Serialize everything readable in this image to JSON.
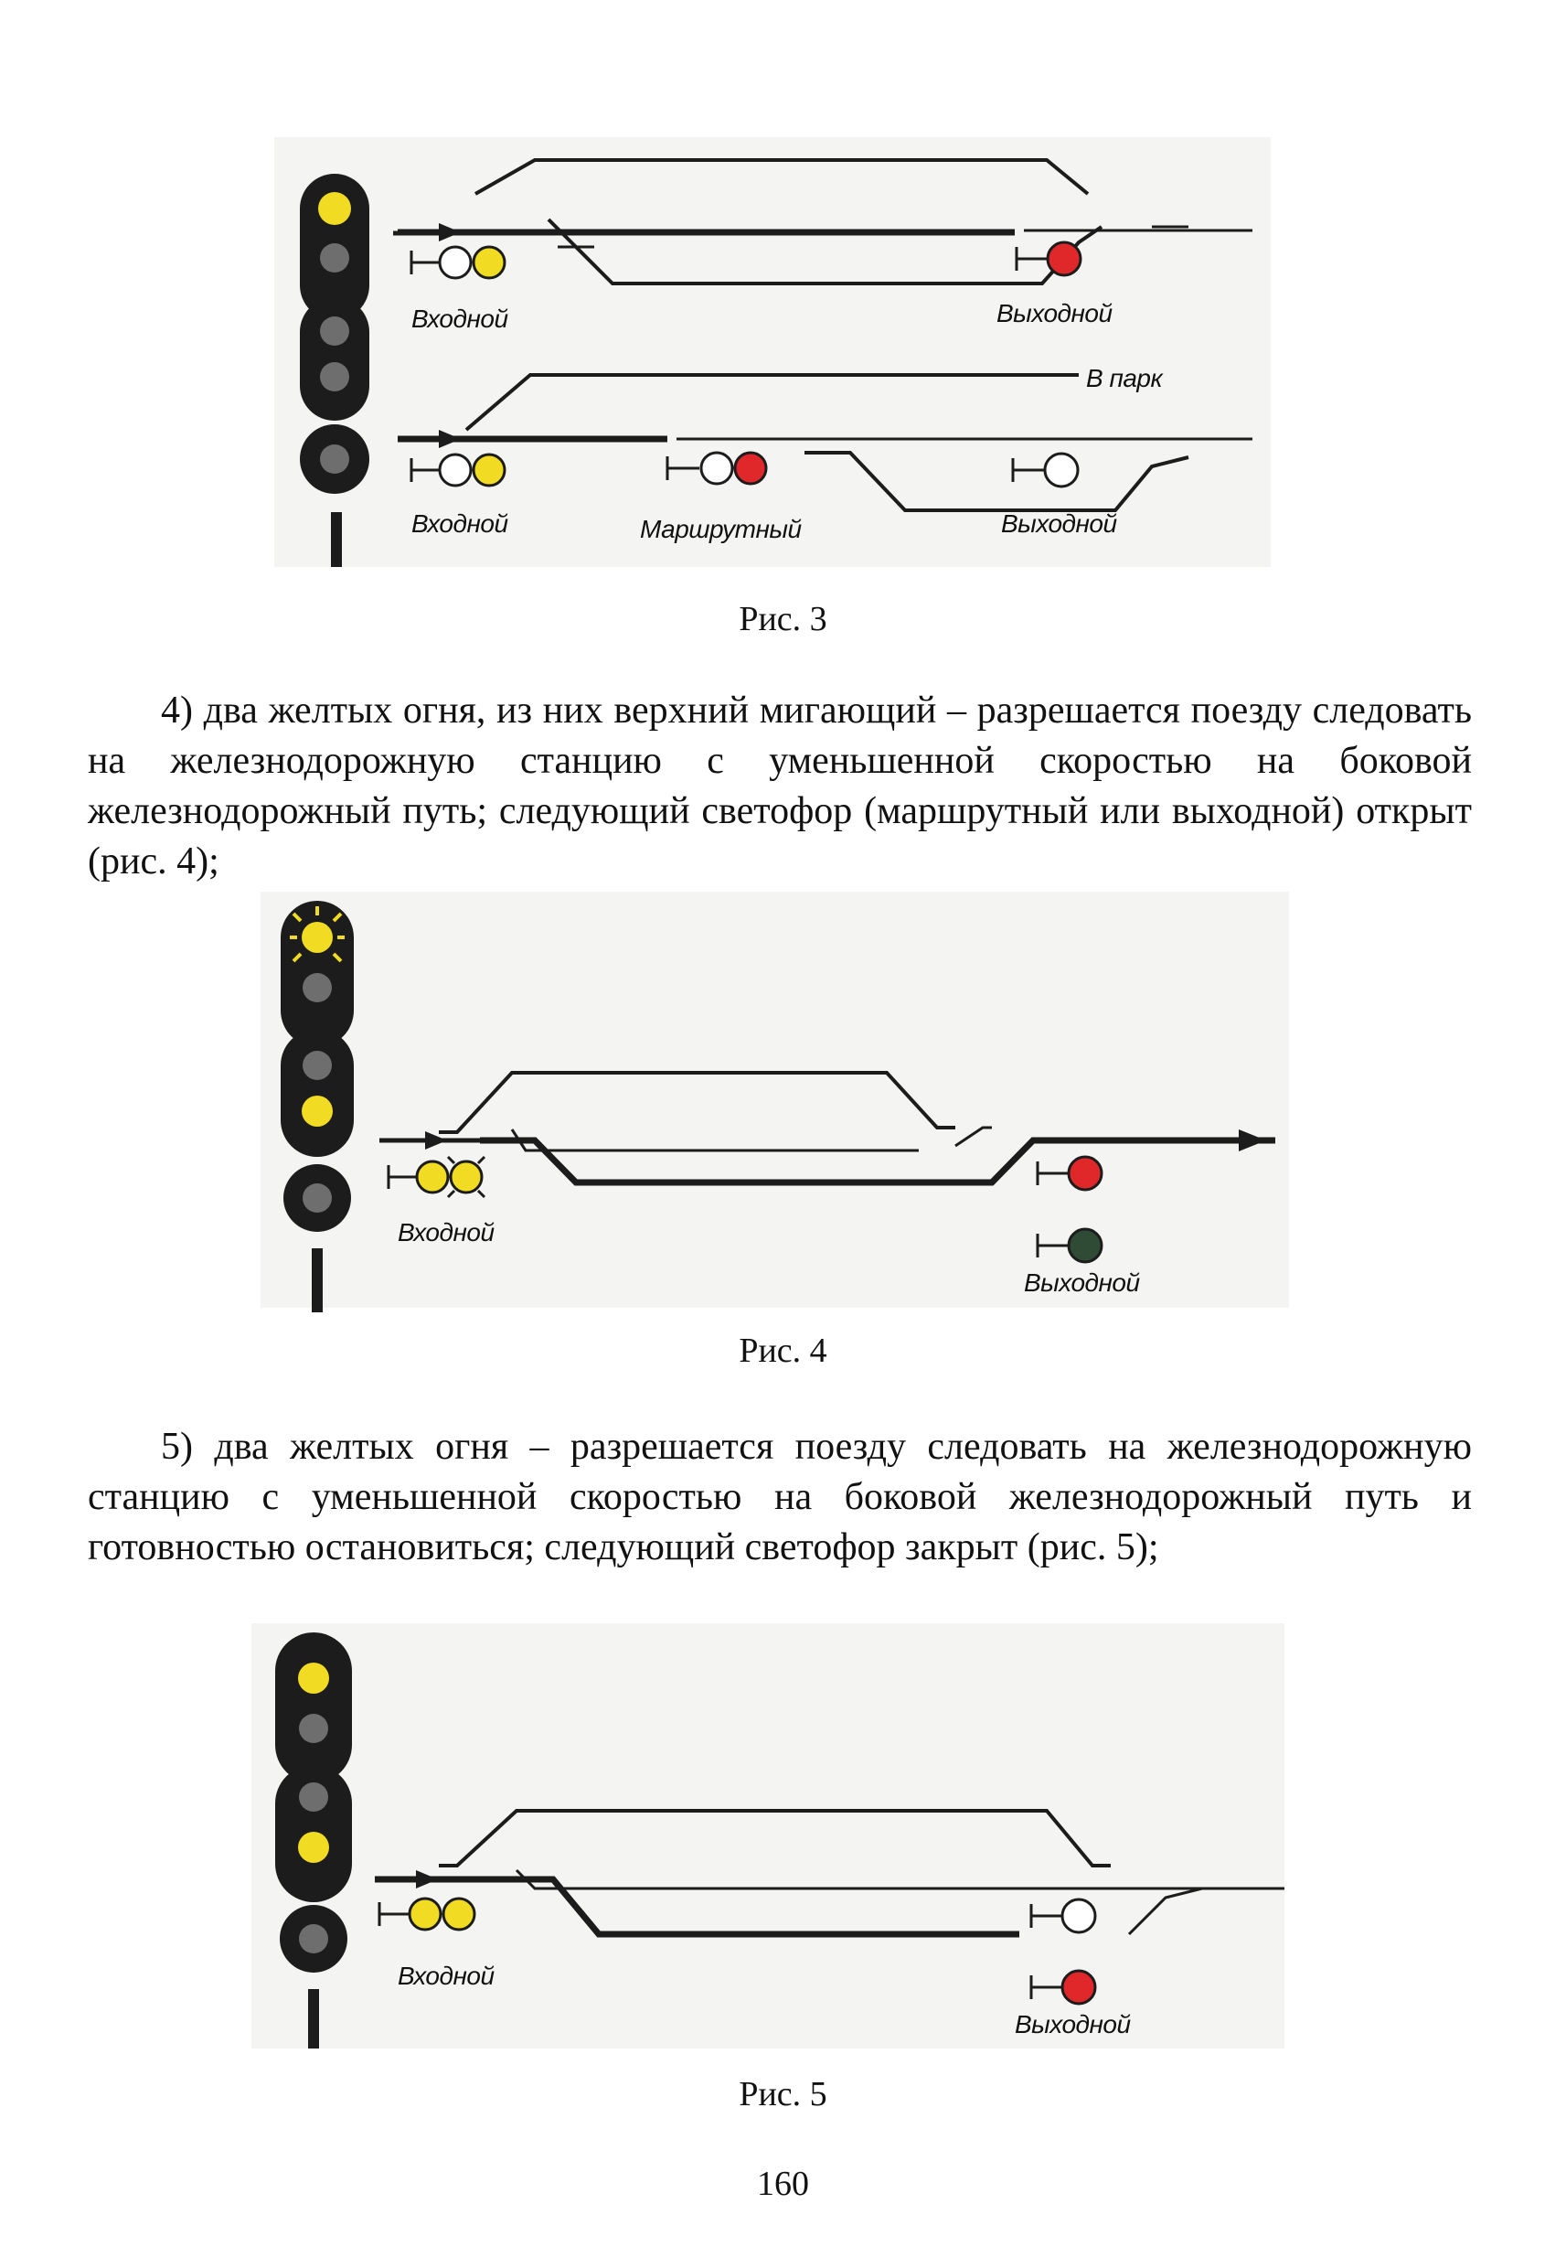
{
  "figures": [
    {
      "caption": "Рис. 3",
      "labels": {
        "entry_top": "Входной",
        "exit_top": "Выходной",
        "to_park": "В парк",
        "entry_bottom": "Входной",
        "route": "Маршрутный",
        "exit_bottom": "Выходной"
      }
    },
    {
      "caption": "Рис. 4",
      "labels": {
        "entry": "Входной",
        "exit": "Выходной"
      }
    },
    {
      "caption": "Рис. 5",
      "labels": {
        "entry": "Входной",
        "exit": "Выходной"
      }
    }
  ],
  "paragraphs": {
    "p4": "4) два желтых огня, из них верхний мигающий – разрешается поезду следовать на железнодорожную станцию с уменьшенной скоростью на боковой железнодорожный путь; следующий светофор (маршрутный или выходной) открыт (рис. 4);",
    "p5": "5) два желтых огня – разрешается поезду следовать на железнодорожную станцию с уменьшенной скоростью на боковой железнодорожный путь и готовностью остановиться; следующий светофор закрыт (рис. 5);"
  },
  "page_number": "160",
  "colors": {
    "yellow": "#f2dc23",
    "red": "#e0282a",
    "dark_green": "#2f4a35",
    "unlit": "#6e6e6e",
    "signal_body": "#1c1c1c",
    "diagram_bg": "#f4f4f2"
  }
}
